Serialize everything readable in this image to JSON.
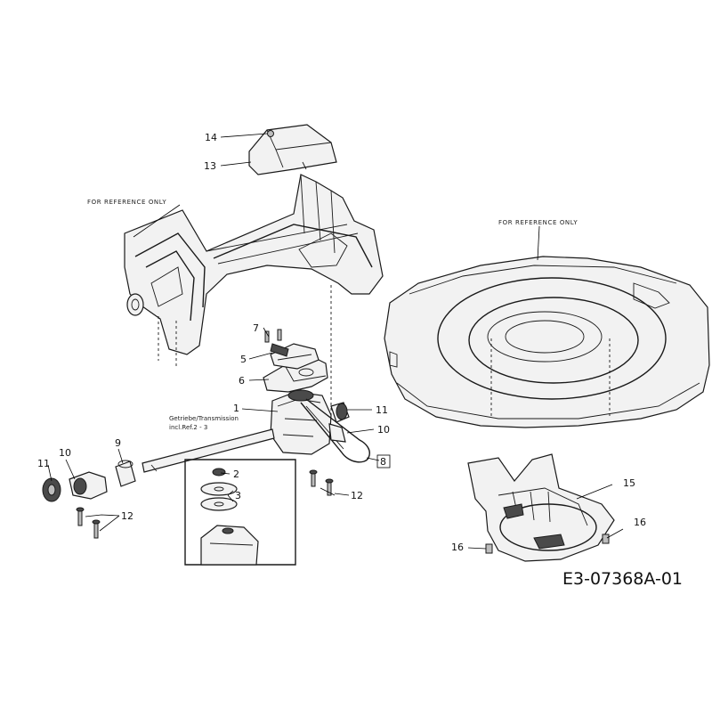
{
  "diagram": {
    "reference_labels": [
      "FOR REFERENCE ONLY",
      "FOR REFERENCE ONLY"
    ],
    "callouts": [
      "14",
      "13",
      "7",
      "5",
      "6",
      "1",
      "11",
      "10",
      "8",
      "9",
      "10",
      "11",
      "2",
      "3",
      "12",
      "12",
      "15",
      "16",
      "16"
    ],
    "transmission_note": [
      "Getriebe/Transmission",
      "incl.Ref.2 - 3"
    ],
    "drawing_code": "E3-07368A-01"
  }
}
